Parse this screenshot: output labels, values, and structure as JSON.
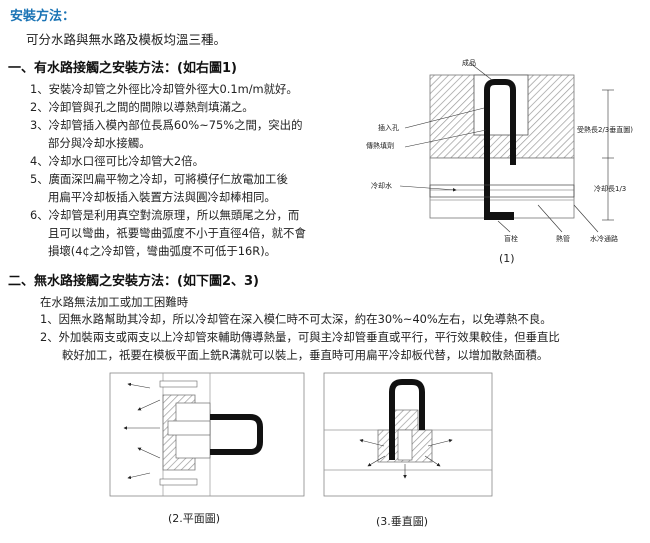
{
  "title": "安裝方法：",
  "intro": "可分水路與無水路及模板均溫三種。",
  "section1": {
    "heading": "一、有水路接觸之安裝方法：(如右圖1)",
    "items": [
      "1、安裝冷却管之外徑比冷却管外徑大0.1m/m就好。",
      "2、冷卸管與孔之間的間隙以導熱劑填滿之。",
      "3、冷却管插入模內部位長爲60%~75%之間，突出的",
      "部分與冷却水接觸。",
      "4、冷却水口徑可比冷却管大2倍。",
      "5、廣面深凹扁平物之冷却，可將模仔仁放電加工後",
      "用扁平冷却板插入裝置方法與圓冷却棒相同。",
      "6、冷却管是利用真空對流原理，所以無頭尾之分，而",
      "且可以彎曲，祇要彎曲弧度不小于直徑4倍，就不會",
      "損壞(4¢之冷却管，彎曲弧度不可低于16R)。"
    ]
  },
  "figure1": {
    "labels": {
      "product": "成品",
      "insert_hole": "插入孔",
      "conductive_agent": "傳熱填劑",
      "cooling_water": "冷却水",
      "heated_length": "受熱長2/3垂直圖)",
      "cooling_length": "冷却長1/3",
      "plug": "盲栓",
      "heat_pipe": "熱管",
      "water_channel": "水冷通路"
    },
    "caption": "(1)"
  },
  "section2": {
    "heading": "二、無水路接觸之安裝方法：(如下圖2、3)",
    "subtitle": "在水路無法加工或加工困難時",
    "items": [
      "1、因無水路幫助其冷却，所以冷却管在深入模仁時不可太深，約在30%~40%左右，以免導熱不良。",
      "2、外加裝兩支或兩支以上冷却管來輔助傳導熱量，可與主冷却管垂直或平行，平行效果較佳，但垂直比",
      "較好加工，祇要在模板平面上銑R溝就可以裝上，垂直時可用扁平冷却板代替，以增加散熱面積。"
    ]
  },
  "figure2": {
    "caption": "(2.平面圖)"
  },
  "figure3": {
    "caption": "(3.垂直圖)"
  },
  "colors": {
    "title": "#1b74b5",
    "text": "#222222",
    "pipe": "#111111",
    "hatch": "#9a9a9a"
  }
}
